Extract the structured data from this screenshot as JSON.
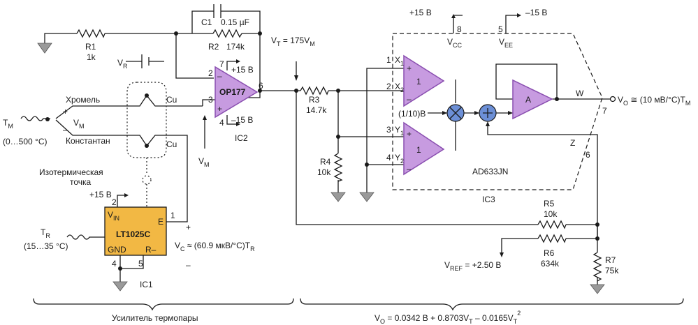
{
  "colors": {
    "opamp_fill": "#c79be0",
    "opamp_stroke": "#8a4fb0",
    "ic_fill": "#f2b844",
    "circle_fill": "#6c8fd6",
    "ground_fill": "#9a9a9a"
  },
  "labels": {
    "c1": "C1",
    "c1_val": "0.15 µF",
    "r1": "R1",
    "r1_val": "1k",
    "r2": "R2",
    "r2_val": "174k",
    "r3": "R3",
    "r3_val": "14.7k",
    "r4": "R4",
    "r4_val": "10k",
    "r5": "R5",
    "r5_val": "10k",
    "r6": "R6",
    "r6_val": "634k",
    "r7": "R7",
    "r7_val": "75k",
    "vr": "V",
    "vr_sub": "R",
    "vt": "V",
    "vt_sub": "T",
    "vt_eq": " = 175V",
    "vt_eq_sub": "M",
    "opamp": "OP177",
    "ic2": "IC2",
    "pin2": "2",
    "pin3": "3",
    "pin4": "4",
    "pin6": "6",
    "pin7": "7",
    "plus15": "+15 В",
    "minus15": "–15 В",
    "plus_sign": "+",
    "minus_sign": "–",
    "chromel": "Хромель",
    "constantan": "Константан",
    "cu": "Cu",
    "tm": "T",
    "tm_sub": "M",
    "tm_range": "(0…500 °C)",
    "vm": "V",
    "vm_sub": "M",
    "iso1": "Изотермическая",
    "iso2": "точка",
    "lt_vin": "V",
    "lt_vin_sub": "IN",
    "lt_e": "E",
    "lt_name": "LT1025C",
    "lt_gnd": "GND",
    "lt_r": "R–",
    "lt_pin1": "1",
    "lt_pin2": "2",
    "lt_pin4": "4",
    "lt_pin5": "5",
    "ic1": "IC1",
    "tr": "T",
    "tr_sub": "R",
    "tr_range": "(15…35 °C)",
    "vc_eq": "V",
    "vc_sub": "C",
    "vc_tail": " ≈ (60.9 мкВ/°C)T",
    "vc_tail_sub": "R",
    "plus15_b": "+15 В",
    "minus15_b": "–15 В",
    "pin8": "8",
    "pin5": "5",
    "vcc": "V",
    "vcc_sub": "CC",
    "vee": "V",
    "vee_sub": "EE",
    "x1": "X",
    "x1_sub": "1",
    "x2": "X",
    "x2_sub": "2",
    "y1": "Y",
    "y1_sub": "1",
    "y2": "Y",
    "y2_sub": "2",
    "mp1": "1",
    "mp2": "2",
    "mp3": "3",
    "mp4": "4",
    "buf1": "1",
    "buf2": "1",
    "b_label": "(1/10)B",
    "amp_a": "A",
    "w_label": "W",
    "z_label": "Z",
    "pin7b": "7",
    "pin6b": "6",
    "ad633": "AD633JN",
    "ic3": "IC3",
    "vo": "V",
    "vo_sub": "O",
    "vo_tail": " ≅ (10 мВ/°C)T",
    "vo_tail_sub": "M",
    "vref": "V",
    "vref_sub": "REF",
    "vref_tail": " = +2.50 В",
    "bottom_left": "Усилитель термопары",
    "bottom_right_a": "V",
    "bottom_right_a_sub": "O",
    "bottom_right_b": " = 0.0342 В + 0.8703V",
    "bottom_right_b_sub": "T",
    "bottom_right_c": " – 0.0165V",
    "bottom_right_c_sub": "T",
    "bottom_right_c_sup": "2"
  }
}
